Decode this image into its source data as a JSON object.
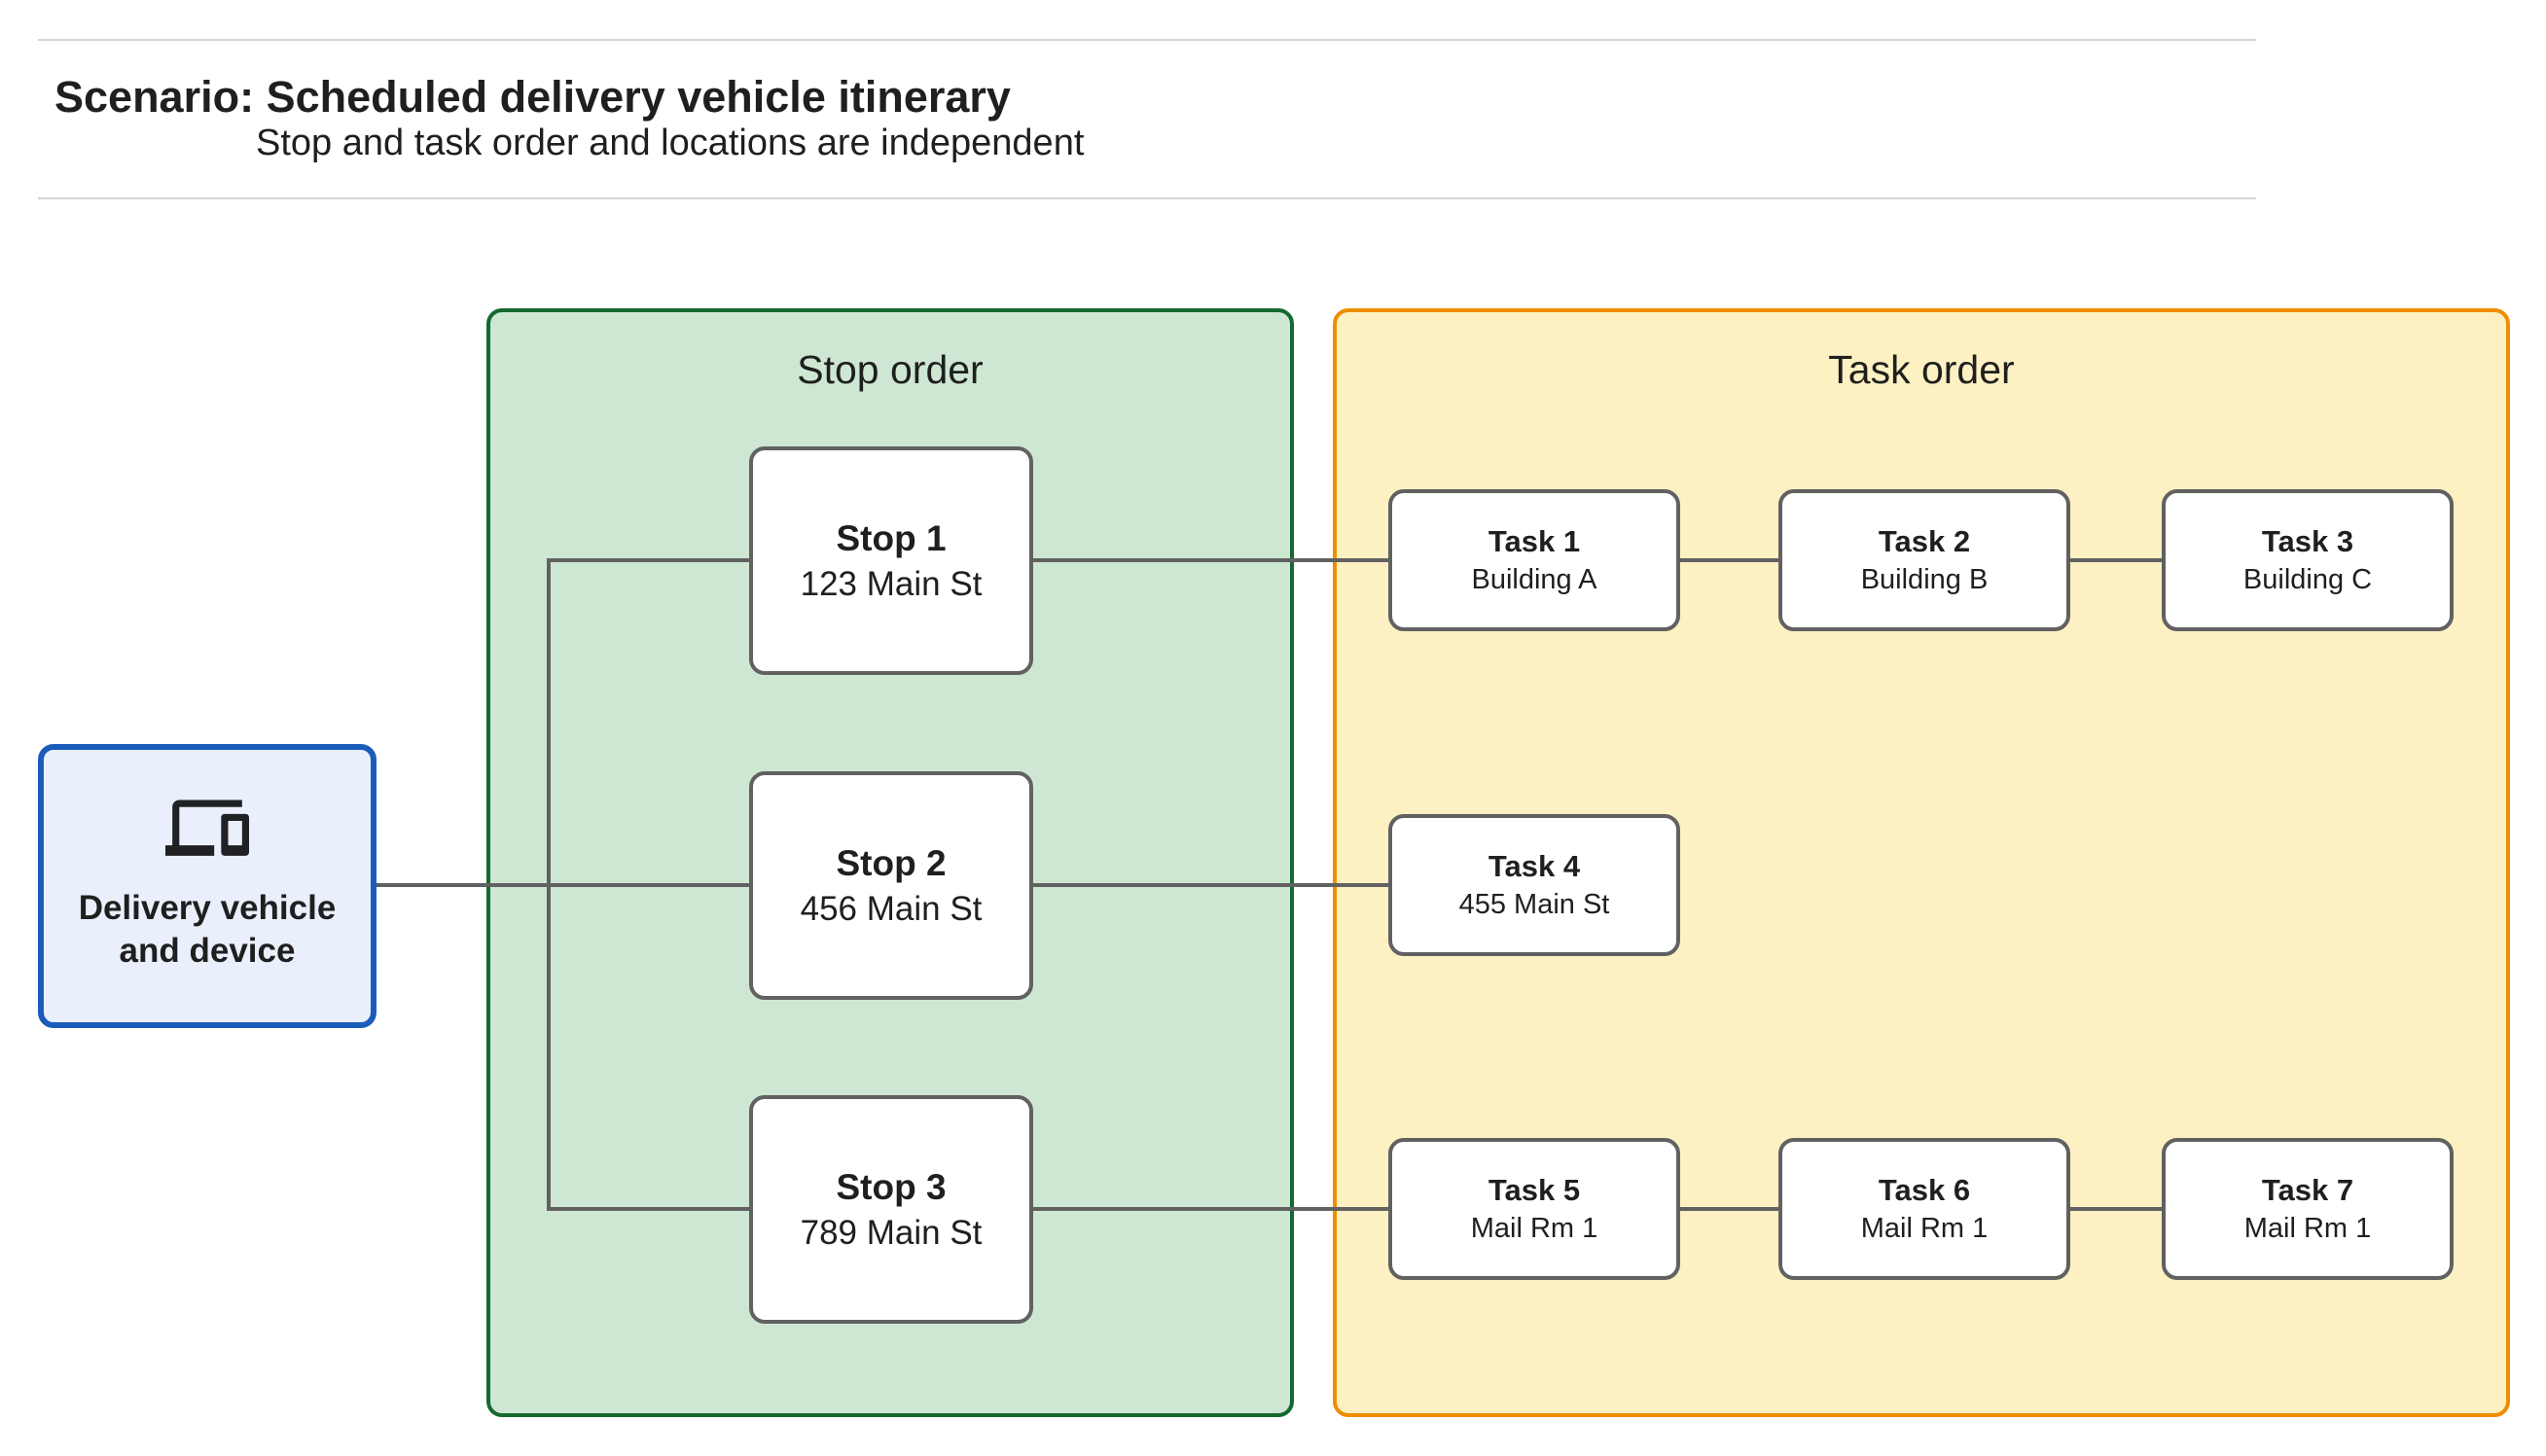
{
  "header": {
    "title": "Scenario: Scheduled delivery vehicle itinerary",
    "subtitle": "Stop and task order and locations are independent"
  },
  "vehicle": {
    "label": "Delivery vehicle and device",
    "icon": "devices-icon"
  },
  "stop_panel": {
    "title": "Stop order"
  },
  "task_panel": {
    "title": "Task order"
  },
  "stops": [
    {
      "title": "Stop 1",
      "location": "123 Main St"
    },
    {
      "title": "Stop 2",
      "location": "456 Main St"
    },
    {
      "title": "Stop 3",
      "location": "789 Main St"
    }
  ],
  "tasks": [
    {
      "title": "Task 1",
      "location": "Building A"
    },
    {
      "title": "Task 2",
      "location": "Building B"
    },
    {
      "title": "Task 3",
      "location": "Building C"
    },
    {
      "title": "Task 4",
      "location": "455 Main St"
    },
    {
      "title": "Task 5",
      "location": "Mail Rm 1"
    },
    {
      "title": "Task 6",
      "location": "Mail Rm 1"
    },
    {
      "title": "Task 7",
      "location": "Mail Rm 1"
    }
  ],
  "colors": {
    "stop_panel_fill": "#cee7d3",
    "stop_panel_border": "#15692f",
    "task_panel_fill": "#fdf1c3",
    "task_panel_border": "#ef8d00",
    "vehicle_fill": "#e9effb",
    "vehicle_border": "#1b5cba",
    "node_border": "#616161",
    "connector": "#616161"
  }
}
